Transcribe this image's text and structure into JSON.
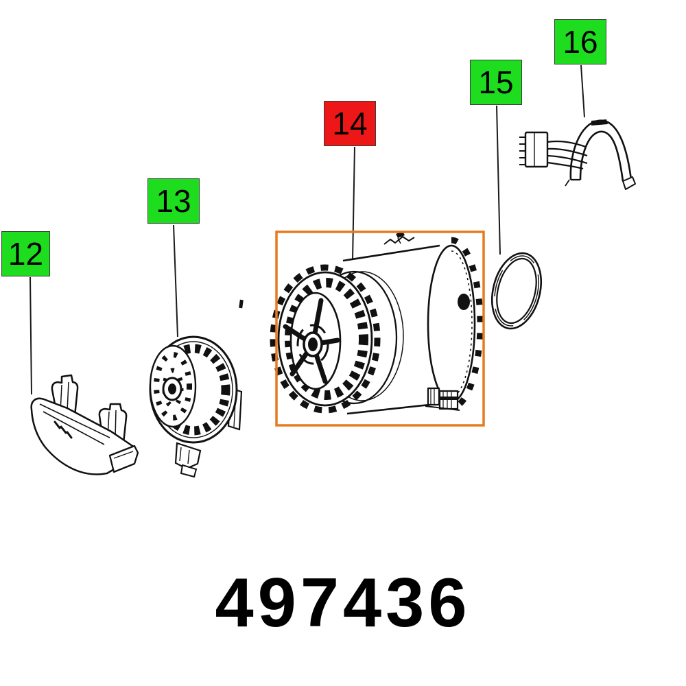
{
  "diagram": {
    "part_number": "497436",
    "callouts": [
      {
        "number": "12",
        "state": "available",
        "color": "#1edd1e"
      },
      {
        "number": "13",
        "state": "available",
        "color": "#1edd1e"
      },
      {
        "number": "14",
        "state": "selected",
        "color": "#ed1717"
      },
      {
        "number": "15",
        "state": "available",
        "color": "#1edd1e"
      },
      {
        "number": "16",
        "state": "available",
        "color": "#1edd1e"
      }
    ],
    "selection": {
      "selected_callout": "14",
      "highlight_color": "#e87a1e"
    },
    "colors": {
      "callout_green": "#1edd1e",
      "callout_red": "#ed1717",
      "highlight_orange": "#e87a1e",
      "line_ink": "#111111"
    },
    "parts": [
      {
        "callout": "12",
        "icon": "bracket-part-icon"
      },
      {
        "callout": "13",
        "icon": "fan-wheel-part-icon"
      },
      {
        "callout": "14",
        "icon": "motor-part-icon"
      },
      {
        "callout": "15",
        "icon": "seal-ring-part-icon"
      },
      {
        "callout": "16",
        "icon": "cable-clip-part-icon"
      }
    ]
  }
}
